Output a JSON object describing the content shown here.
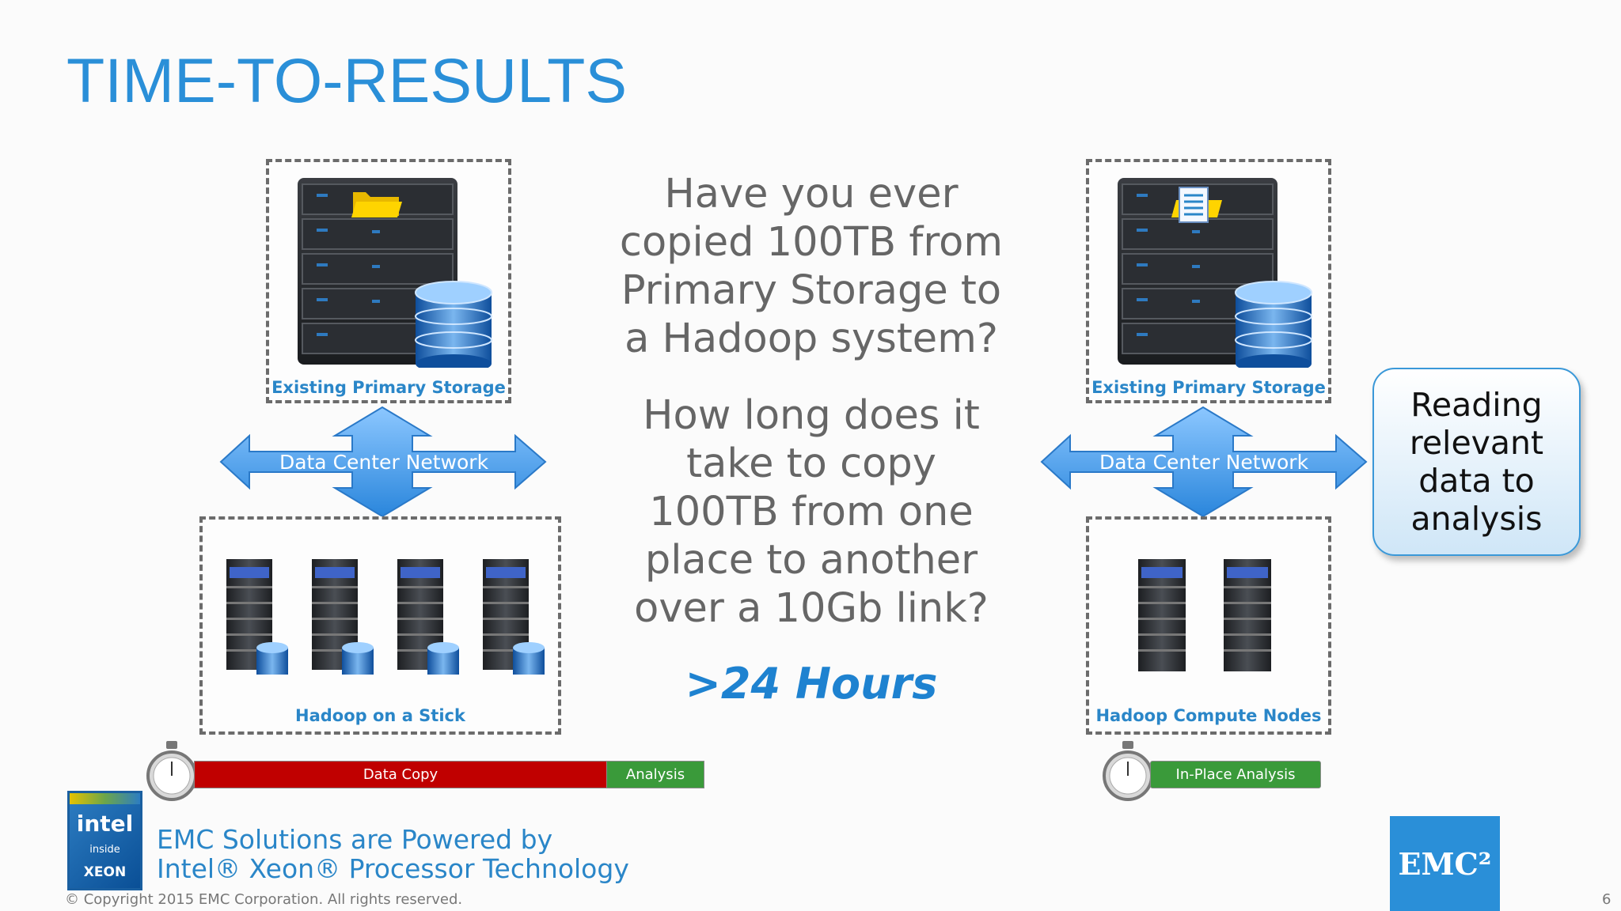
{
  "slide": {
    "title": "TIME-TO-RESULTS",
    "page_number": "6",
    "copyright": "© Copyright 2015 EMC Corporation. All rights reserved."
  },
  "left_diagram": {
    "primary_storage_label": "Existing Primary Storage",
    "network_label": "Data Center Network",
    "hadoop_label": "Hadoop on a Stick",
    "bar_copy_label": "Data Copy",
    "bar_analysis_label": "Analysis"
  },
  "right_diagram": {
    "primary_storage_label": "Existing Primary Storage",
    "network_label": "Data Center Network",
    "hadoop_label": "Hadoop Compute Nodes",
    "bar_label": "In-Place Analysis",
    "callout": [
      "Reading",
      "relevant",
      "data to",
      "analysis"
    ]
  },
  "center_text": {
    "question1": [
      "Have you ever",
      "copied 100TB from",
      "Primary Storage to",
      "a Hadoop system?"
    ],
    "question2": [
      "How long does it",
      "take to copy",
      "100TB from one",
      "place to another",
      "over a 10Gb link?"
    ],
    "answer": ">24 Hours"
  },
  "footer": {
    "line1": "EMC Solutions are Powered by",
    "line2": "Intel® Xeon® Processor Technology",
    "intel_logo_text": [
      "intel",
      "inside",
      "XEON"
    ],
    "emc_logo_text": "EMC²"
  },
  "colors": {
    "title": "#2a8fd8",
    "data_copy_bar": "#c00000",
    "analysis_bar": "#3a9a3a",
    "arrow": "#4aa3ef",
    "label_blue": "#2a86c8"
  },
  "icons": [
    "server-rack-icon",
    "folder-icon",
    "document-icon",
    "database-icon",
    "stopwatch-icon",
    "double-arrow-icon"
  ]
}
